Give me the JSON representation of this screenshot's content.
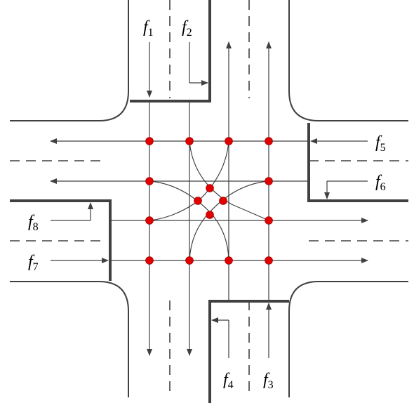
{
  "flows": [
    {
      "id": "f1",
      "letter": "f",
      "sub": "1"
    },
    {
      "id": "f2",
      "letter": "f",
      "sub": "2"
    },
    {
      "id": "f3",
      "letter": "f",
      "sub": "3"
    },
    {
      "id": "f4",
      "letter": "f",
      "sub": "4"
    },
    {
      "id": "f5",
      "letter": "f",
      "sub": "5"
    },
    {
      "id": "f6",
      "letter": "f",
      "sub": "6"
    },
    {
      "id": "f7",
      "letter": "f",
      "sub": "7"
    },
    {
      "id": "f8",
      "letter": "f",
      "sub": "8"
    }
  ],
  "colors": {
    "conflict_point": "#e00000",
    "line": "#404040"
  }
}
